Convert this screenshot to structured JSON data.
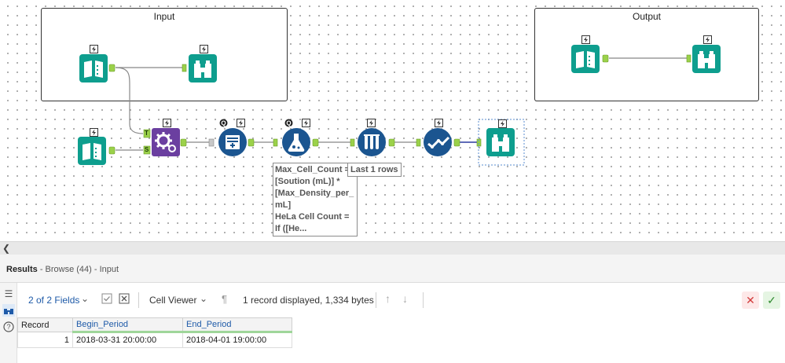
{
  "canvas": {
    "input_container_title": "Input",
    "output_container_title": "Output",
    "annotation_formula": "Max_Cell_Count =\n[Soution (mL)] *\n[Max_Density_per_\nmL]\nHeLa Cell Count =\nIf ([He...",
    "annotation_sample": "Last 1 rows",
    "join_left_label": "T",
    "join_right_label": "S",
    "quality_badge": "Q",
    "colors": {
      "teal": "#0e9e8e",
      "purple": "#6b3fa0",
      "navy": "#1b5590",
      "lightning": "#333333",
      "anchor": "#9bd14a",
      "wire": "#888888",
      "selected_wire": "#2a3aa0"
    },
    "tools": [
      {
        "name": "input-data-tool-input-container",
        "icon": "book-icon"
      },
      {
        "name": "browse-tool-input-container",
        "icon": "binoculars-icon"
      },
      {
        "name": "input-data-tool-output-container",
        "icon": "book-icon"
      },
      {
        "name": "browse-tool-output-container",
        "icon": "binoculars-icon"
      },
      {
        "name": "input-data-tool-main",
        "icon": "book-icon"
      },
      {
        "name": "join-tool",
        "icon": "gears-icon"
      },
      {
        "name": "sample-tool",
        "icon": "sample-icon"
      },
      {
        "name": "formula-tool",
        "icon": "flask-icon"
      },
      {
        "name": "multi-field-tool",
        "icon": "test-tubes-icon"
      },
      {
        "name": "select-tool",
        "icon": "checkmark-flow-icon"
      },
      {
        "name": "browse-tool-main",
        "icon": "binoculars-icon"
      }
    ]
  },
  "results": {
    "title": "Results",
    "subtitle": "- Browse (44) - Input",
    "fields_label": "2 of 2 Fields",
    "viewer_label": "Cell Viewer",
    "status": "1 record displayed, 1,334 bytes",
    "columns": [
      "Record",
      "Begin_Period",
      "End_Period"
    ],
    "rows": [
      {
        "record": "1",
        "begin": "2018-03-31 20:00:00",
        "end": "2018-04-01 19:00:00"
      }
    ]
  },
  "rail_icons": [
    "list-icon",
    "binoculars-icon",
    "help-icon"
  ]
}
